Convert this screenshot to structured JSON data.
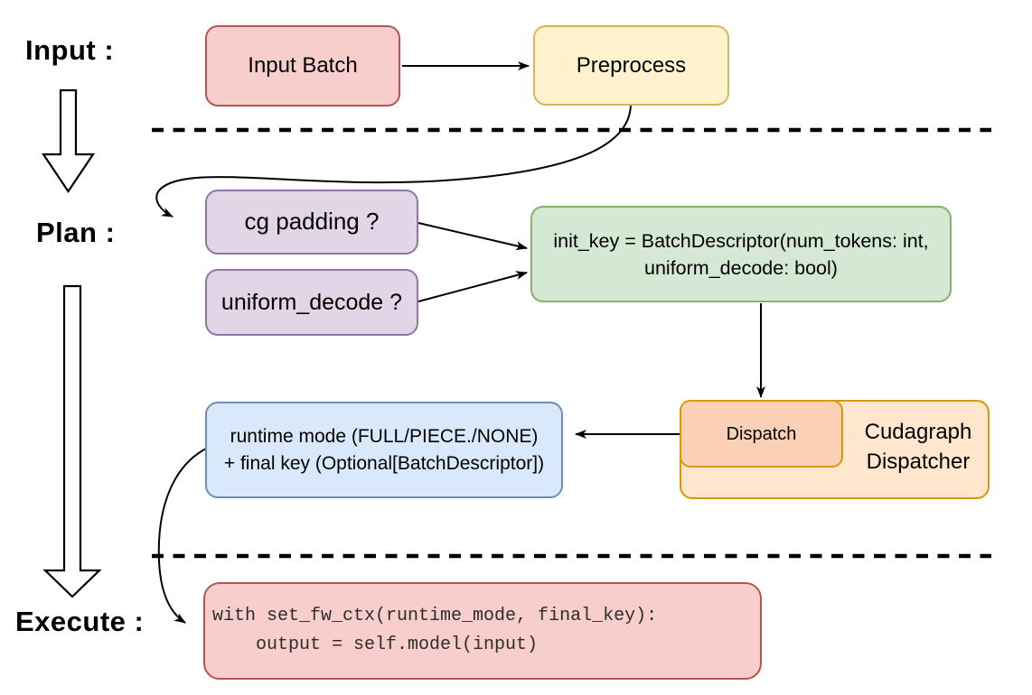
{
  "stage_labels": {
    "input": "Input :",
    "plan": "Plan :",
    "execute": "Execute :"
  },
  "nodes": {
    "input_batch": {
      "label": "Input Batch"
    },
    "preprocess": {
      "label": "Preprocess"
    },
    "cg_padding": {
      "label": "cg padding ?"
    },
    "uniform_decode": {
      "label": "uniform_decode ?"
    },
    "init_key": {
      "line1": "init_key = BatchDescriptor(num_tokens: int,",
      "line2": "uniform_decode: bool)"
    },
    "runtime_mode": {
      "line1": "runtime mode (FULL/PIECE./NONE)",
      "line2": "+ final key (Optional[BatchDescriptor])"
    },
    "dispatch": {
      "label": "Dispatch"
    },
    "cudagraph_dispatcher": {
      "line1": "Cudagraph",
      "line2": "Dispatcher"
    },
    "execute_code": {
      "line1": "with set_fw_ctx(runtime_mode, final_key):",
      "line2": "    output = self.model(input)"
    }
  },
  "colors": {
    "background": "#ffffff",
    "red_fill": "#f8cecc",
    "red_stroke": "#b85450",
    "yellow_fill": "#fff2cc",
    "yellow_stroke": "#d6b656",
    "purple_fill": "#e1d5e7",
    "purple_stroke": "#9673a6",
    "green_fill": "#d5e8d4",
    "green_stroke": "#82b366",
    "blue_fill": "#dae8fc",
    "blue_stroke": "#6c8ebf",
    "orange_fill": "#ffe6cc",
    "orange_stroke": "#d79b00",
    "dispatch_fill": "#fbd0b4",
    "arrow_color": "#000000"
  }
}
